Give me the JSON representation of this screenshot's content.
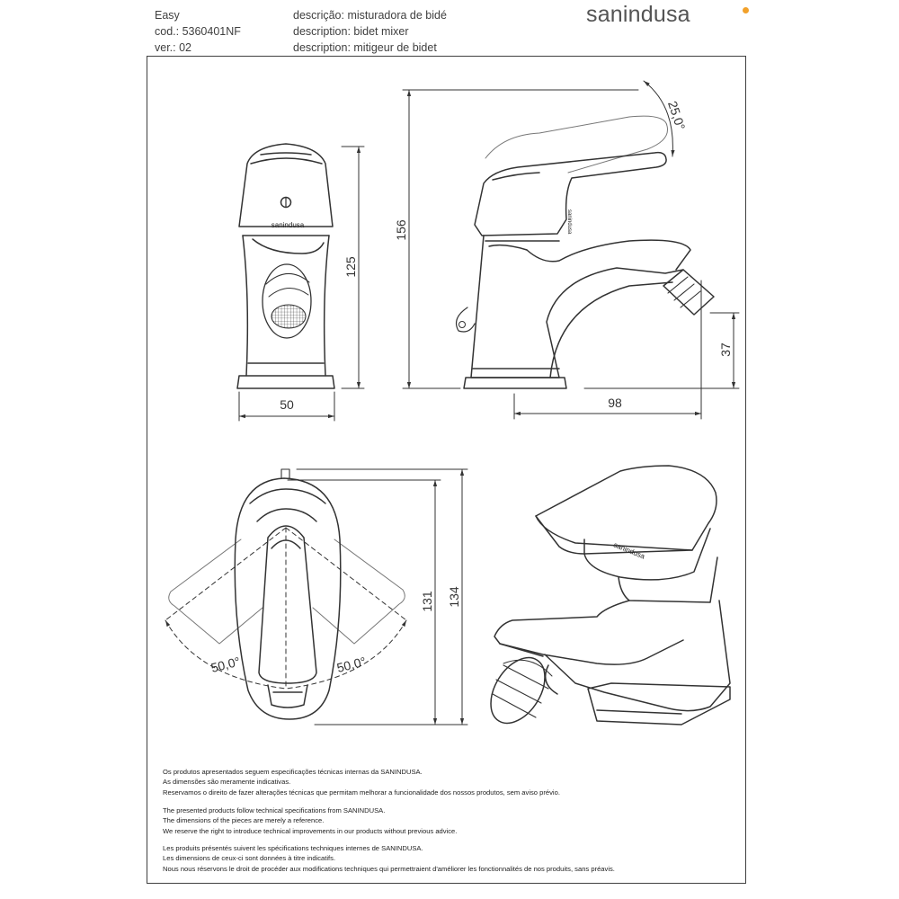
{
  "header": {
    "model": "Easy",
    "code": "cod.: 5360401NF",
    "version": "ver.: 02",
    "desc_pt": "descrição: misturadora de bidé",
    "desc_en": "description: bidet mixer",
    "desc_fr": "description: mitigeur de bidet"
  },
  "brand": {
    "logo_text": "sanindusa",
    "tap_marking": "sanindusa",
    "dot_color": "#f2a12a"
  },
  "dimensions": {
    "front_width": "50",
    "front_height": "125",
    "side_height": "156",
    "side_depth": "98",
    "side_spout_height": "37",
    "lever_tilt": "25,0°",
    "top_length_1": "131",
    "top_length_2": "134",
    "rotation_left": "50,0°",
    "rotation_right": "50,0°"
  },
  "notes": {
    "pt": [
      "Os produtos apresentados seguem especificações técnicas internas da SANINDUSA.",
      "As dimensões são meramente indicativas.",
      "Reservamos o direito de fazer alterações técnicas que permitam melhorar a funcionalidade dos nossos produtos, sem aviso prévio."
    ],
    "en": [
      "The presented products follow technical specifications from SANINDUSA.",
      "The dimensions of the pieces are merely a reference.",
      "We reserve the right to introduce technical improvements in our products without previous advice."
    ],
    "fr": [
      "Les produits présentés suivent les spécifications techniques internes de SANINDUSA.",
      "Les dimensions de ceux-ci sont données à titre indicatifs.",
      "Nous nous réservons le droit de procéder aux modifications techniques qui permettraient d'améliorer les fonctionnalités de nos produits, sans préavis."
    ]
  }
}
